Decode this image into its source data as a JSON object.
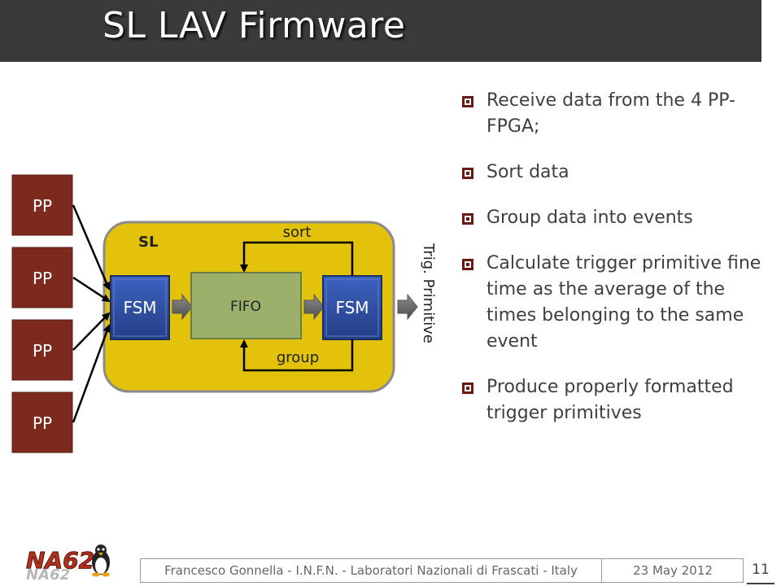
{
  "title": "SL LAV Firmware",
  "diagram": {
    "pp_label": "PP",
    "sl_label": "SL",
    "fsm_left_label": "FSM",
    "fifo_label": "FIFO",
    "fsm_right_label": "FSM",
    "sort_label": "sort",
    "group_label": "group",
    "output_label": "Trig. Primitive"
  },
  "bullets": [
    "Receive data from the 4 PP-FPGA;",
    "Sort data",
    "Group data into events",
    "Calculate trigger primitive fine time as the average of the times belonging to the same event",
    "Produce properly formatted trigger primitives"
  ],
  "footer": {
    "logo_text": "NA62",
    "author": "Francesco Gonnella - I.N.F.N. - Laboratori Nazionali di Frascati - Italy",
    "date": "23 May 2012",
    "page": "11"
  },
  "colors": {
    "title_bar": "#3a3a3a",
    "pp_box": "#7b2a1d",
    "sl_container": "#e3c20c",
    "fsm_box": "#2f4fa0",
    "fifo_box": "#9bb06b",
    "bullet_marker": "#6b1a12"
  }
}
